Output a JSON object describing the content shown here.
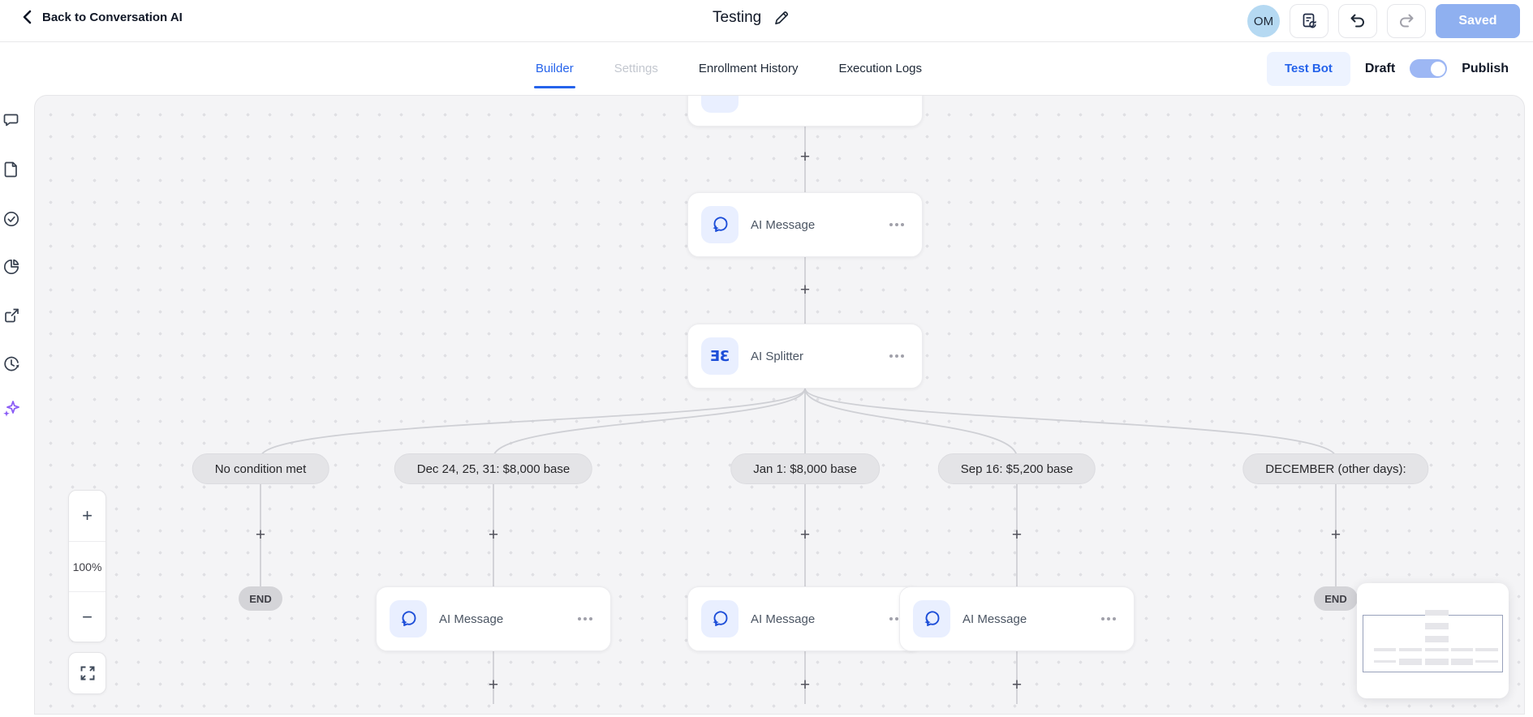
{
  "header": {
    "back_label": "Back to Conversation AI",
    "title": "Testing",
    "avatar_initials": "OM",
    "saved_label": "Saved"
  },
  "tabs": [
    {
      "label": "Builder",
      "state": "active"
    },
    {
      "label": "Settings",
      "state": "disabled"
    },
    {
      "label": "Enrollment History",
      "state": "normal"
    },
    {
      "label": "Execution Logs",
      "state": "normal"
    }
  ],
  "actions": {
    "test_bot_label": "Test Bot",
    "draft_label": "Draft",
    "publish_label": "Publish"
  },
  "controls": {
    "zoom_in": "+",
    "zoom_level": "100%",
    "zoom_out": "−"
  },
  "canvas": {
    "connector_plus": "+",
    "nodes": {
      "ai_message": {
        "label": "AI Message"
      },
      "ai_splitter": {
        "label": "AI Splitter"
      }
    },
    "branches": [
      {
        "condition": "No condition met",
        "end_label": "END"
      },
      {
        "condition": "Dec 24, 25, 31: $8,000 base",
        "node_label": "AI Message"
      },
      {
        "condition": "Jan 1: $8,000 base",
        "node_label": "AI Message"
      },
      {
        "condition": "Sep 16: $5,200 base",
        "node_label": "AI Message"
      },
      {
        "condition": "DECEMBER (other days):",
        "end_label": "END"
      }
    ]
  },
  "colors": {
    "accent_blue": "#2563eb",
    "icon_blue": "#1d4ed8",
    "saved_button": "#8fb0f0",
    "toggle_track": "#9db7f4",
    "avatar_bg": "#b5d9f2",
    "canvas_bg": "#f4f4f6",
    "pill_bg": "#e4e4e7",
    "end_pill_bg": "#d4d4d8",
    "connector": "#d3d3d8",
    "sparkle_purple": "#8b5cf6"
  }
}
